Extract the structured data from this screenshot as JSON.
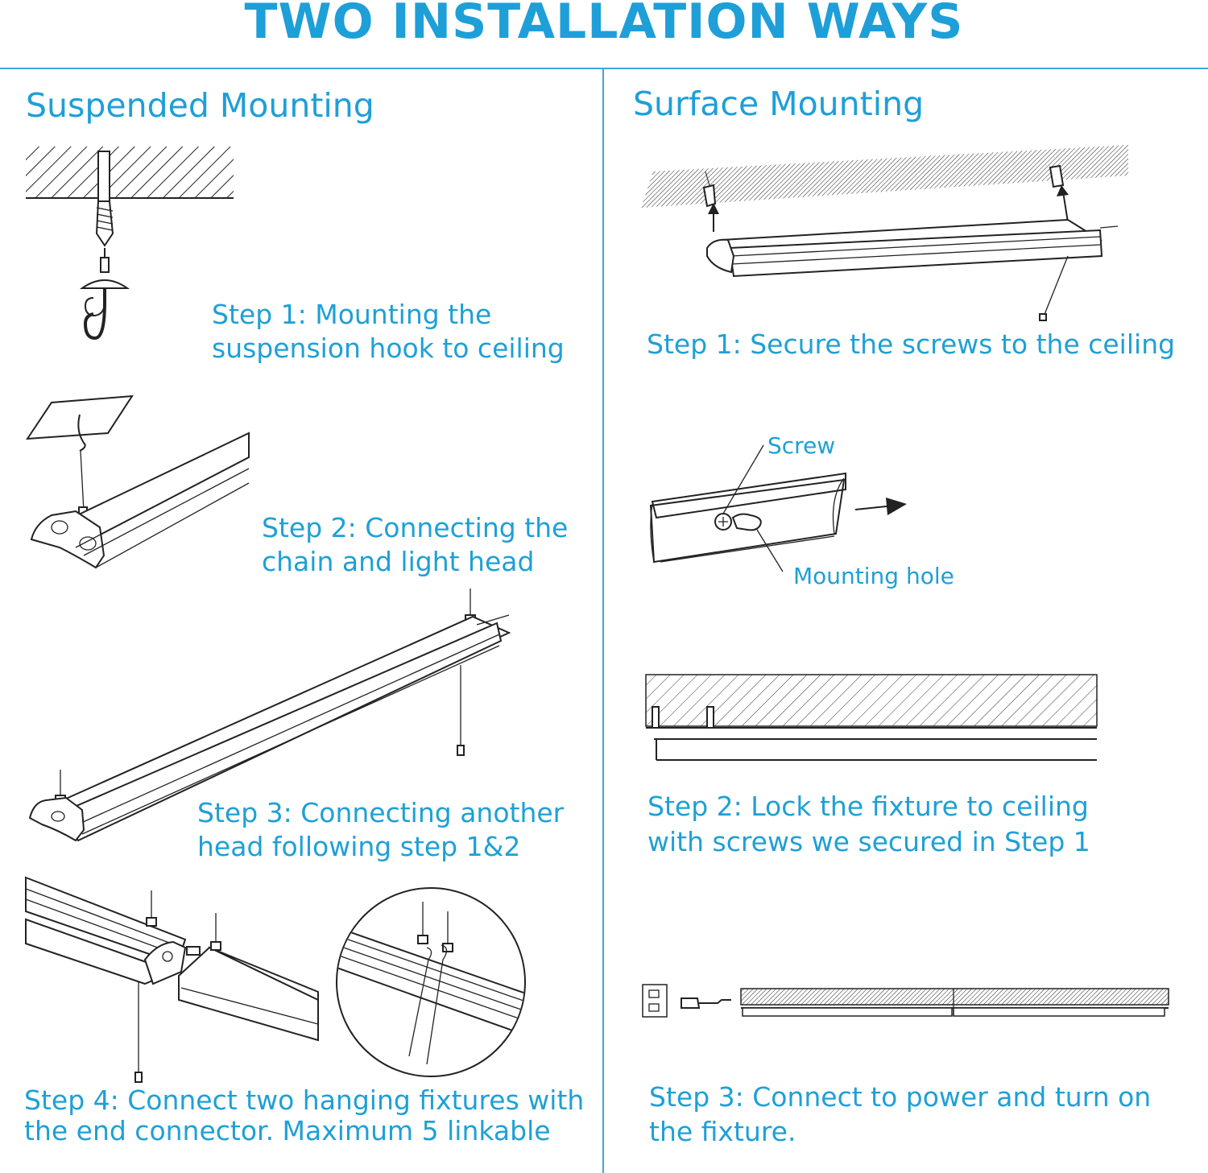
{
  "title": "TWO INSTALLATION WAYS",
  "left": {
    "heading": "Suspended Mounting",
    "step1": [
      "Step 1: Mounting the",
      "suspension hook to ceiling"
    ],
    "step2": [
      "Step 2: Connecting the",
      "chain and light head"
    ],
    "step3": [
      "Step 3: Connecting another",
      "head following step 1&2"
    ],
    "step4": [
      "Step 4: Connect two hanging fixtures with",
      "the end connector. Maximum 5 linkable"
    ]
  },
  "right": {
    "heading": "Surface Mounting",
    "step1": [
      "Step 1: Secure the screws to the ceiling"
    ],
    "screw_label": "Screw",
    "hole_label": "Mounting hole",
    "step2": [
      "Step 2: Lock the fixture to ceiling",
      "with screws we secured in Step 1"
    ],
    "step3": [
      "Step 3: Connect to power and turn on",
      "the fixture."
    ]
  },
  "colors": {
    "accent": "#1ea0d6",
    "divider": "#39a9dc",
    "line_art": "#222222"
  }
}
